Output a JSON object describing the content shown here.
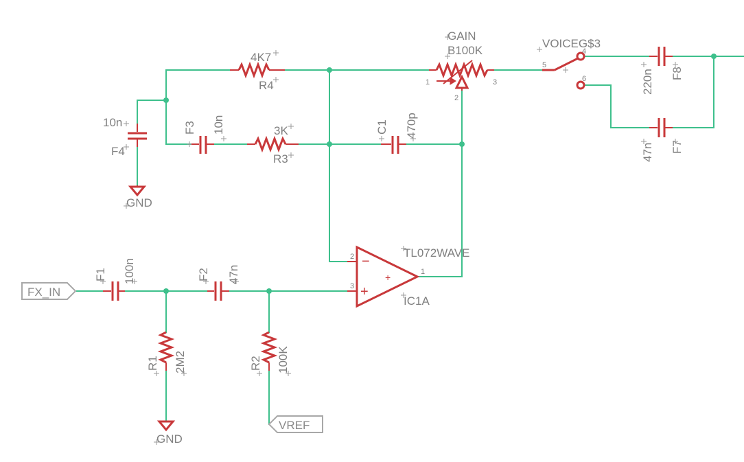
{
  "components": {
    "r4": {
      "name": "R4",
      "value": "4K7"
    },
    "r3": {
      "name": "R3",
      "value": "3K"
    },
    "r1": {
      "name": "R1",
      "value": "2M2"
    },
    "r2": {
      "name": "R2",
      "value": "100K"
    },
    "f1": {
      "name": "F1",
      "value": "100n"
    },
    "f2": {
      "name": "F2",
      "value": "47n"
    },
    "f3": {
      "name": "F3",
      "value": "10n"
    },
    "f4": {
      "name": "F4",
      "value": "10n"
    },
    "f7": {
      "name": "F7",
      "value": "47n"
    },
    "f8": {
      "name": "F8",
      "value": "220n"
    },
    "c1": {
      "name": "C1",
      "value": "470p"
    },
    "gain": {
      "name": "GAIN",
      "value": "B100K",
      "pins": [
        "1",
        "2",
        "3"
      ]
    },
    "voice": {
      "name": "VOICEG$3",
      "pins": [
        "5",
        "4",
        "6"
      ]
    },
    "ic1a": {
      "name": "IC1A",
      "value": "TL072WAVE",
      "pins": [
        "2",
        "3",
        "1"
      ],
      "minus": "−",
      "plus_sign": "+",
      "inner_plus": "+"
    }
  },
  "ports": {
    "fx_in": "FX_IN",
    "vref": "VREF"
  },
  "grounds": {
    "gnd_top": "GND",
    "gnd_bottom": "GND"
  }
}
